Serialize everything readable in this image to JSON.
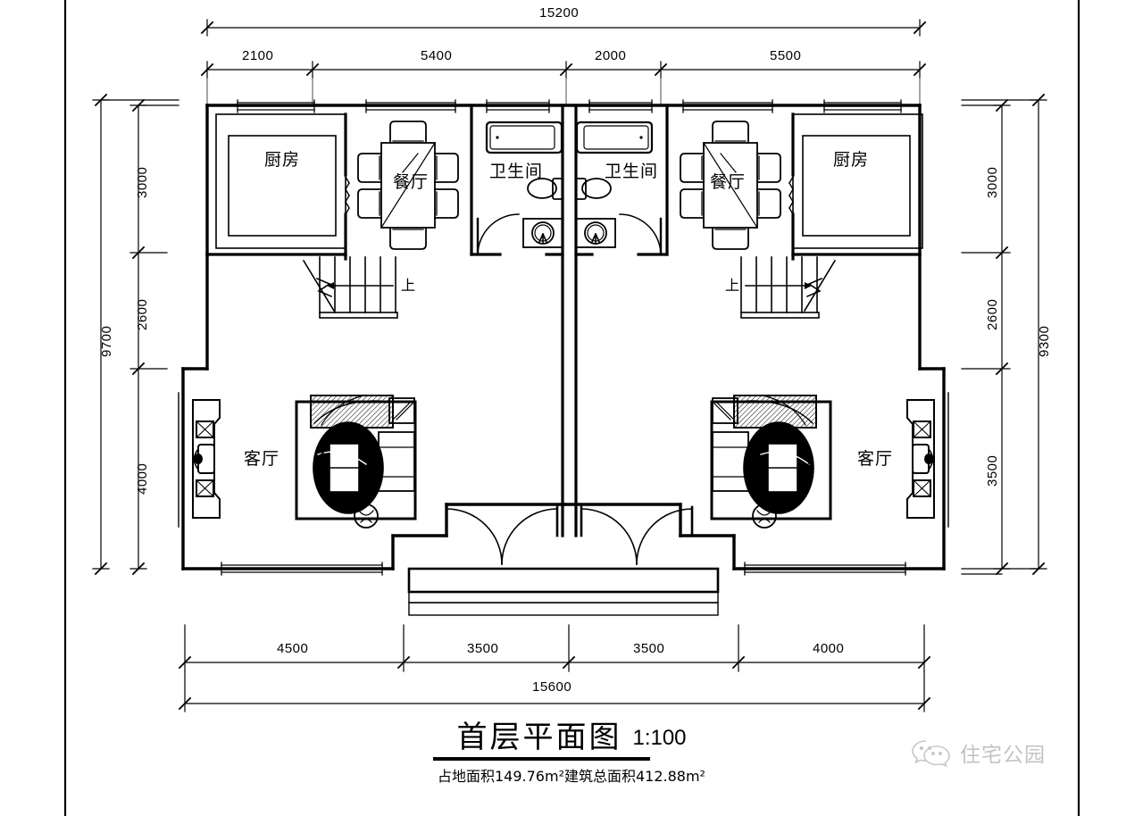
{
  "drawing": {
    "title": "首层平面图",
    "scale": "1:100",
    "subtitle": "占地面积149.76m²建筑总面积412.88m²"
  },
  "watermark": {
    "icon": "wechat-icon",
    "text": "住宅公园"
  },
  "dimensions": {
    "top_overall": "15200",
    "top_segments": [
      "2100",
      "5400",
      "2000",
      "5500"
    ],
    "bottom_overall": "15600",
    "bottom_segments": [
      "4500",
      "3500",
      "3500",
      "4000"
    ],
    "left_overall": "9700",
    "left_segments": [
      "3000",
      "2600",
      "4000"
    ],
    "right_overall": "9300",
    "right_segments": [
      "3000",
      "2600",
      "3500"
    ]
  },
  "rooms": {
    "left_unit": {
      "kitchen": "厨房",
      "dining": "餐厅",
      "bathroom": "卫生间",
      "living": "客厅",
      "stair_direction": "上"
    },
    "right_unit": {
      "kitchen": "厨房",
      "dining": "餐厅",
      "bathroom": "卫生间",
      "living": "客厅",
      "stair_direction": "上"
    }
  },
  "colors": {
    "line": "#000000",
    "background": "#ffffff",
    "furniture_fill": "#000000"
  }
}
